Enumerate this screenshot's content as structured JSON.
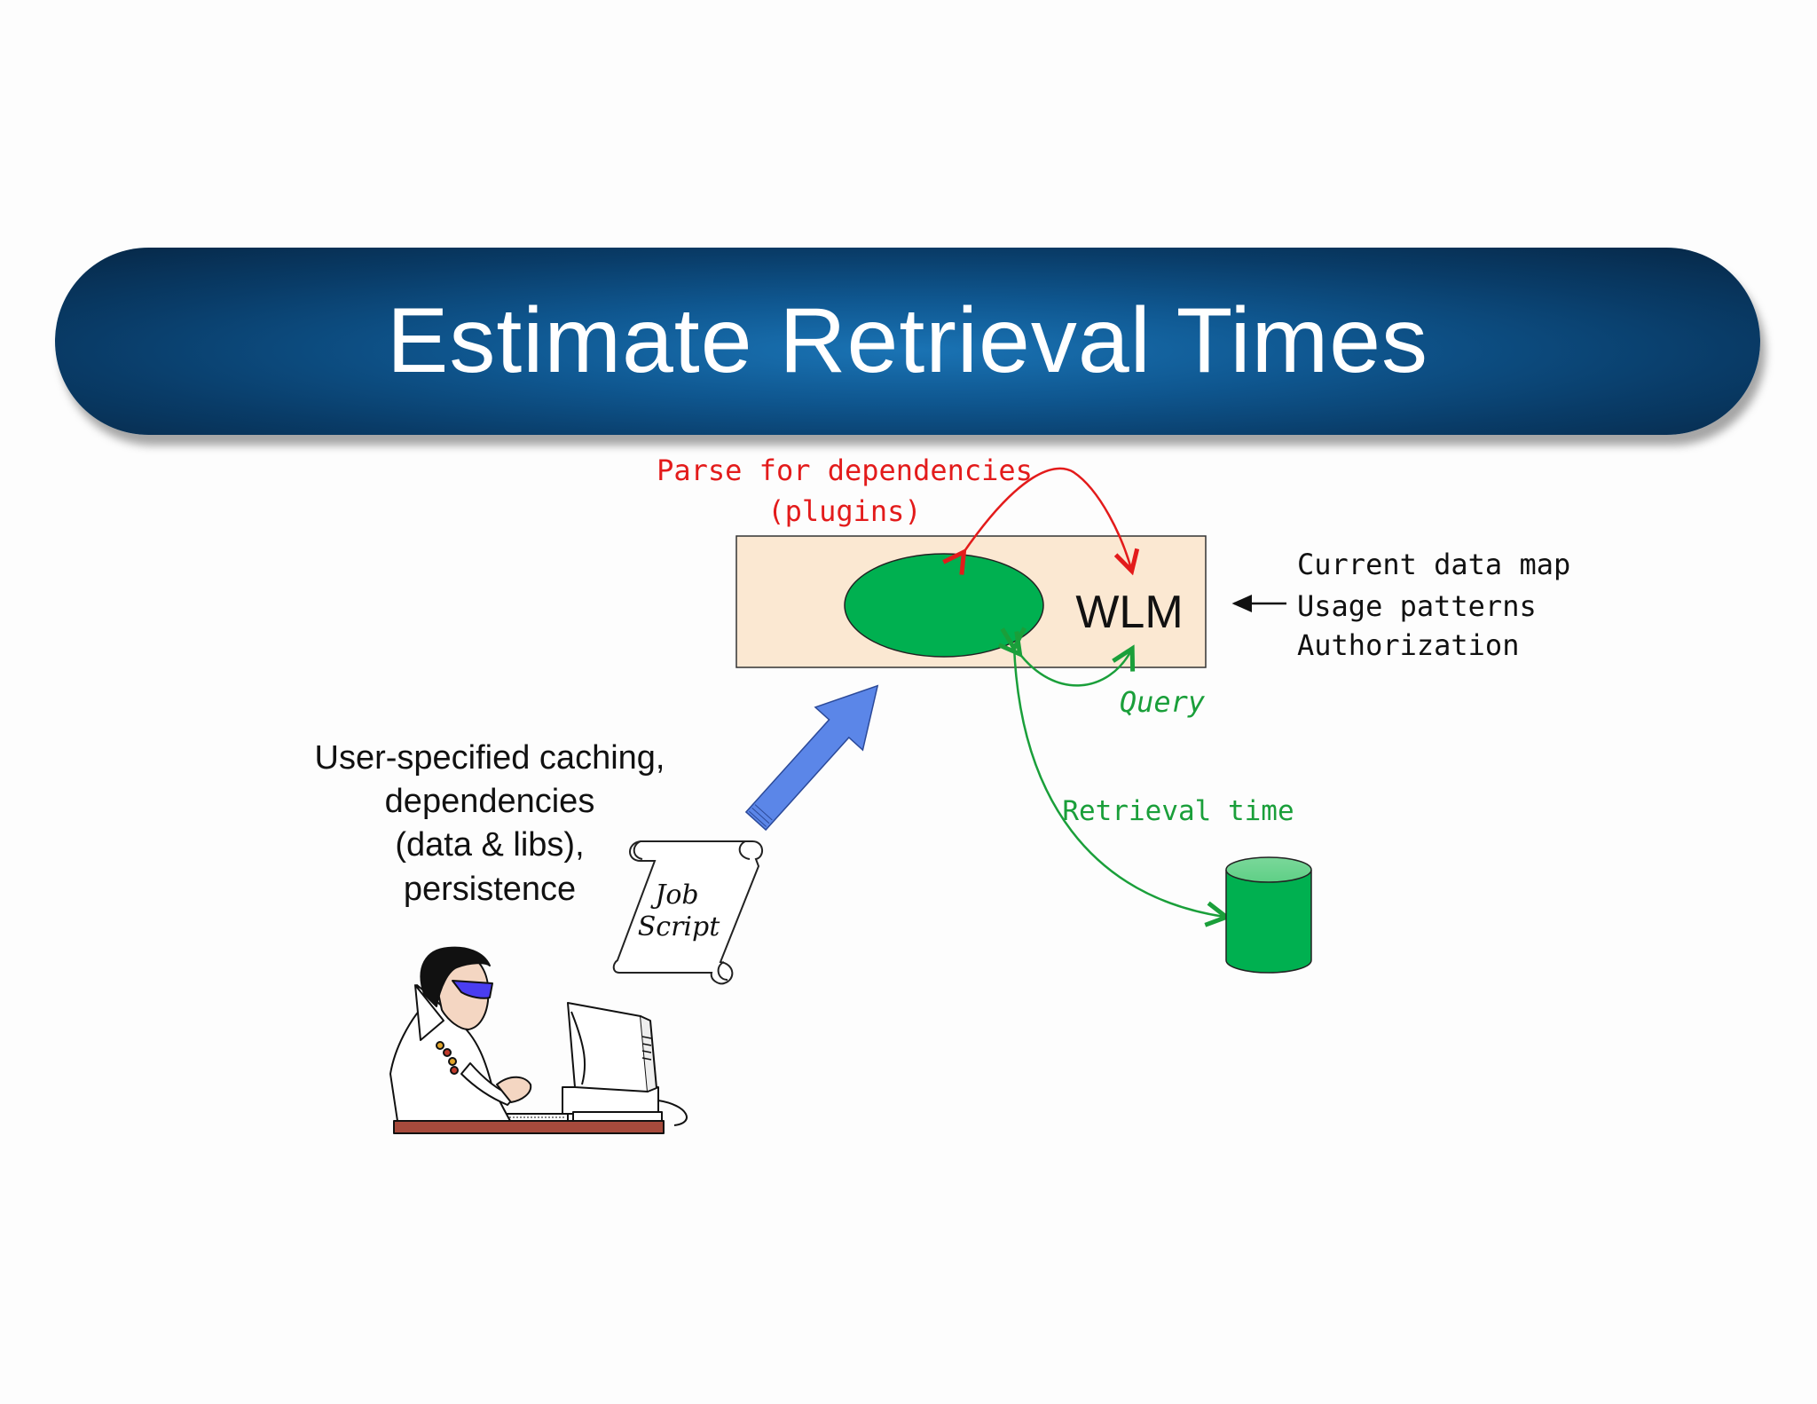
{
  "title": "Estimate Retrieval Times",
  "wlm": {
    "label": "WLM"
  },
  "parse_label": {
    "line1": "Parse for dependencies",
    "line2": "(plugins)"
  },
  "wlm_inputs": [
    "Current data map",
    "Usage patterns",
    "Authorization"
  ],
  "query_label": "Query",
  "retrieval_label": "Retrieval time",
  "user_specified": [
    "User-specified caching,",
    "dependencies",
    "(data & libs),",
    "persistence"
  ],
  "job_script": [
    "Job",
    "Script"
  ],
  "colors": {
    "red": "#e31b1b",
    "green": "#1a9f3a",
    "ellipse": "#00b050",
    "box_fill": "#fbe8d2",
    "blue_arrow": "#5b86e8",
    "banner": "#0f5790"
  },
  "icons": [
    "user-at-computer-icon",
    "database-cylinder-icon",
    "scroll-icon"
  ]
}
